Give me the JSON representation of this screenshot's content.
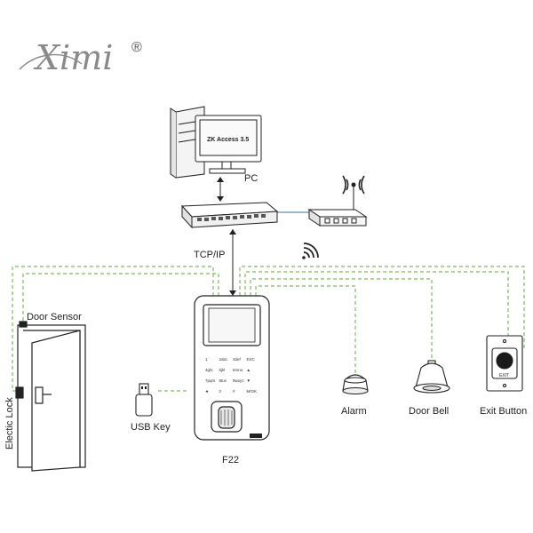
{
  "brand": {
    "logo_text": "Ximi",
    "registered_mark": "®"
  },
  "pc": {
    "label": "PC",
    "screen_text": "ZK Access 3.5"
  },
  "network": {
    "switch_label": "TCP/IP"
  },
  "door": {
    "sensor_label": "Door Sensor",
    "lock_label": "Electic Lock"
  },
  "usb": {
    "label": "USB Key"
  },
  "device": {
    "label": "F22",
    "keypad": [
      "1",
      "2abc",
      "3def",
      "ESC",
      "4ghi",
      "5jkl",
      "6mno",
      "▲",
      "7pqrs",
      "8tuv",
      "9wxyz",
      "▼",
      "★",
      "0",
      "#",
      "M/OK"
    ]
  },
  "peripherals": {
    "alarm": "Alarm",
    "door_bell": "Door Bell",
    "exit_button": "Exit Button",
    "exit_button_text": "EXIT"
  },
  "colors": {
    "wire_green": "#7dbb5e",
    "wire_blue": "#5b8fb9",
    "line": "#222222"
  }
}
